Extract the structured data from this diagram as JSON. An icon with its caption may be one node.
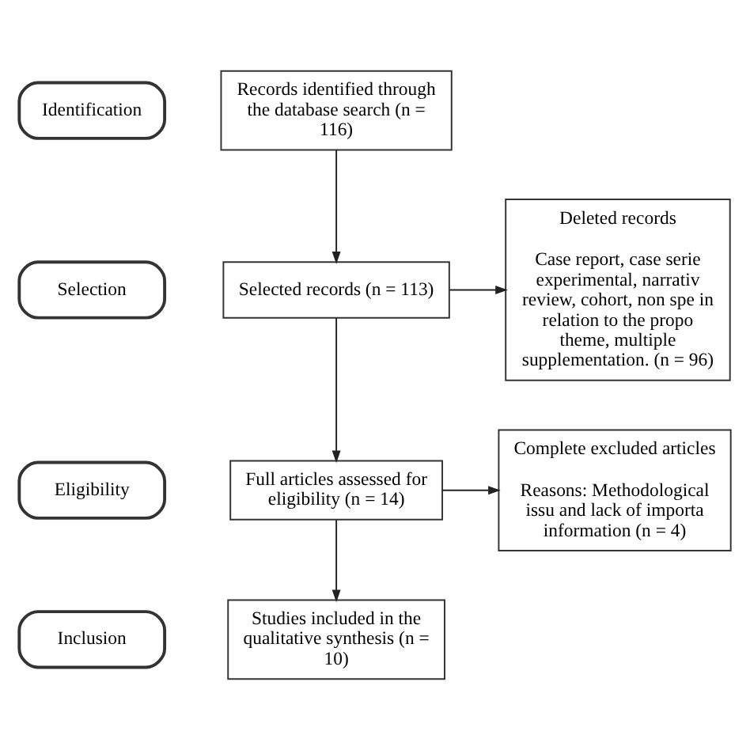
{
  "diagram": {
    "nodes": [
      {
        "text": [
          "Identification"
        ]
      },
      {
        "text": [
          "Selection"
        ]
      },
      {
        "text": [
          "Eligibility"
        ]
      },
      {
        "text": [
          "Inclusion"
        ]
      },
      {
        "text": [
          "Records identified through the database search (n = 116)"
        ]
      },
      {
        "text": [
          "Deleted records",
          "Case report, case serie experimental, narrativ review, cohort, non spe in relation to the propo theme, multiple supplementation. (n = 96)"
        ]
      },
      {
        "text": [
          "Selected records (n = 113)"
        ]
      },
      {
        "text": [
          "Full articles assessed for eligibility (n = 14)"
        ]
      },
      {
        "text": [
          "Complete excluded articles",
          "Reasons: Methodological issu and lack of importa information (n = 4)"
        ]
      },
      {
        "text": [
          "Studies included in the qualitative synthesis (n = 10)"
        ]
      }
    ],
    "edges": [
      {
        "from": 4,
        "to": 6,
        "arrow": "to"
      },
      {
        "from": 6,
        "to": 5,
        "arrow": "to"
      },
      {
        "from": 6,
        "to": 7,
        "arrow": "to"
      },
      {
        "from": 7,
        "to": 8,
        "arrow": "to"
      },
      {
        "from": 7,
        "to": 9,
        "arrow": "to"
      }
    ]
  }
}
